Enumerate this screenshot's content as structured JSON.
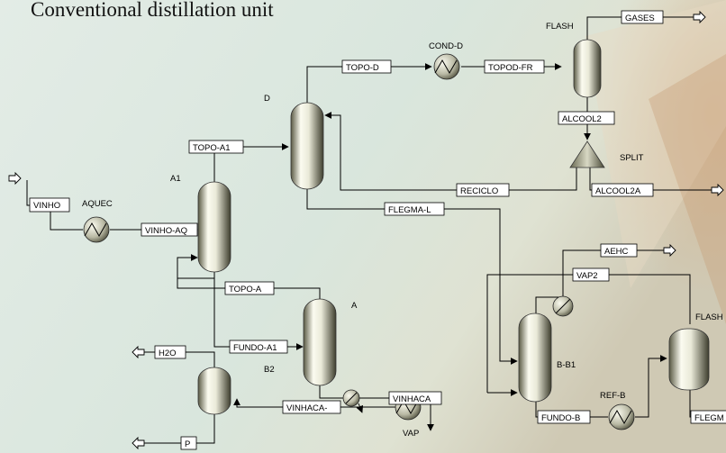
{
  "title": "Conventional distillation unit",
  "blocks": {
    "aquec": "AQUEC",
    "a1": "A1",
    "d": "D",
    "cond_d": "COND-D",
    "flash_top": "FLASH",
    "split": "SPLIT",
    "a": "A",
    "b2": "B2",
    "vap": "VAP",
    "b_b1": "B-B1",
    "ref_b": "REF-B",
    "flash_right": "FLASH"
  },
  "streams": {
    "vinho": "VINHO",
    "vinho_aq": "VINHO-AQ",
    "topo_a1": "TOPO-A1",
    "topo_d": "TOPO-D",
    "topod_fr": "TOPOD-FR",
    "gases": "GASES",
    "alcool2": "ALCOOL2",
    "alcool2a": "ALCOOL2A",
    "reciclo": "RECICLO",
    "flegma_l": "FLEGMA-L",
    "topo_a": "TOPO-A",
    "fundo_a1": "FUNDO-A1",
    "h2o": "H2O",
    "p": "P",
    "vinhaca": "VINHACA",
    "vinhaca_dash": "VINHACA-",
    "aehc": "AEHC",
    "vap2": "VAP2",
    "fundo_b": "FUNDO-B",
    "flegm": "FLEGM"
  },
  "colors": {
    "background": "#dde9e2",
    "vessel_light": "#fbfbf0",
    "vessel_dark": "#4a4a38",
    "line": "#000000"
  }
}
